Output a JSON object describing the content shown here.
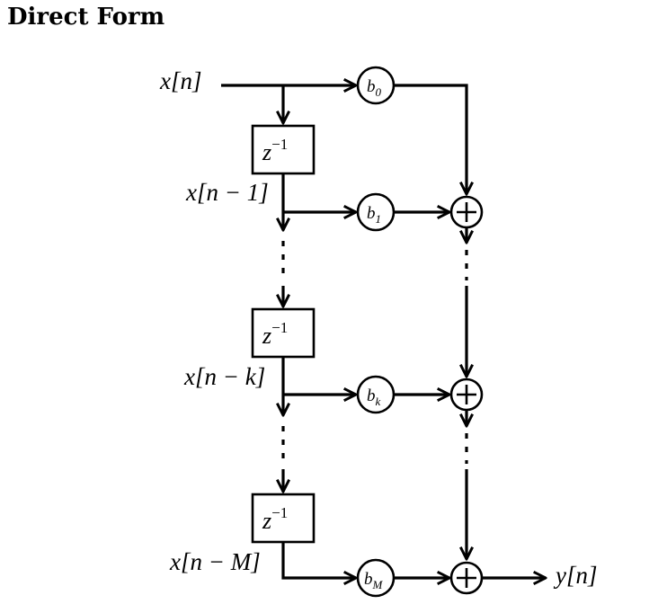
{
  "title": "Direct Form",
  "input": {
    "var": "x",
    "index": "n"
  },
  "output": {
    "var": "y",
    "index": "n"
  },
  "delay": {
    "base": "z",
    "exponent": "−1"
  },
  "taps": [
    {
      "signal_label": "",
      "coef_base": "b",
      "coef_sub": "0"
    },
    {
      "signal_label": "x[n − 1]",
      "coef_base": "b",
      "coef_sub": "1"
    },
    {
      "signal_label": "x[n − k]",
      "coef_base": "b",
      "coef_sub": "k"
    },
    {
      "signal_label": "x[n − M]",
      "coef_base": "b",
      "coef_sub": "M"
    }
  ],
  "labels": {
    "input": "x[n]",
    "output": "y[n]",
    "tap1": "x[n − 1]",
    "tapk": "x[n − k]",
    "tapM": "x[n − M]"
  }
}
